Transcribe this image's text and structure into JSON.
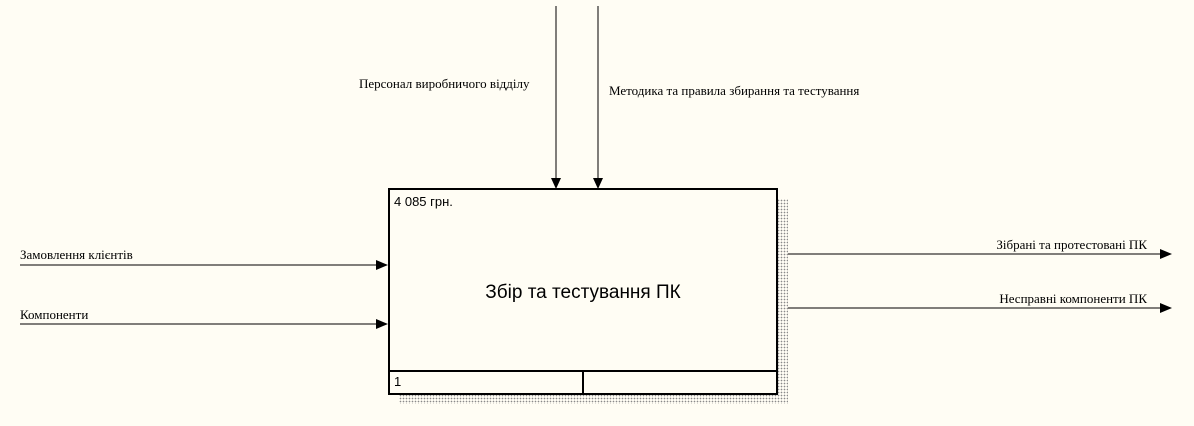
{
  "activity": {
    "title": "Збір та тестування ПК",
    "cost": "4 085 грн.",
    "number": "1"
  },
  "controls": [
    "Персонал виробничого відділу",
    "Методика та правила збирання та тестування"
  ],
  "inputs": [
    "Замовлення клієнтів",
    "Компоненти"
  ],
  "outputs": [
    "Зібрані та протестовані ПК",
    "Несправні компоненти ПК"
  ]
}
